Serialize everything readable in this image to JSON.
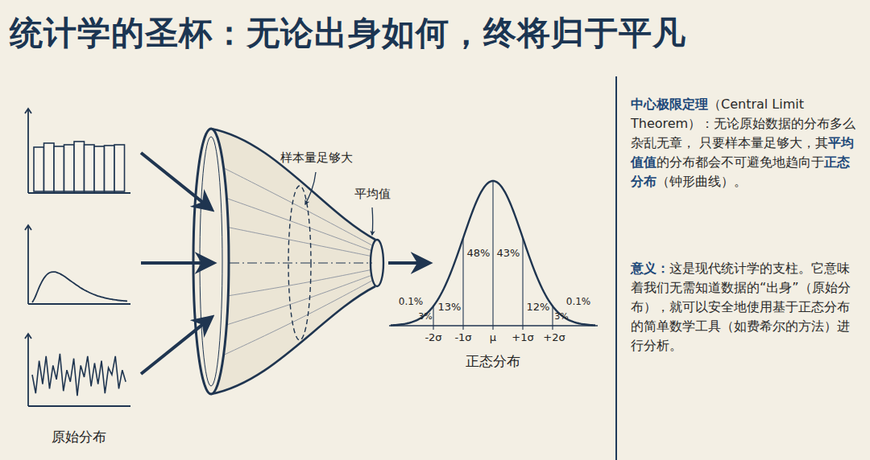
{
  "diagram": {
    "title": "统计学的圣杯：无论出身如何，终将归于平凡",
    "labels": [
      "样本量足够大",
      "平均值",
      "48%",
      "43%",
      "0.1%",
      "13%",
      "3%",
      "12%",
      "0.1%",
      "3%",
      "-2σ",
      "-1σ",
      "μ",
      "+1σ",
      "+2σ",
      "正态分布",
      "原始分布",
      "中心极限定理",
      "（Central Limit Theorem）：无论原始数据的分布多么杂乱无章， 只要样本量足够大，其",
      "平均值值",
      "的分布都会不可避免地趋向于",
      "正态分布",
      "（钟形曲线）。",
      "意义：",
      "这是现代统计学的支柱。它意味着我们无需知道数据的“出身”（原始分布），就可以安全地使用基于正态分布的简单数学工具（如费希尔的方法）进行分析。"
    ]
  }
}
